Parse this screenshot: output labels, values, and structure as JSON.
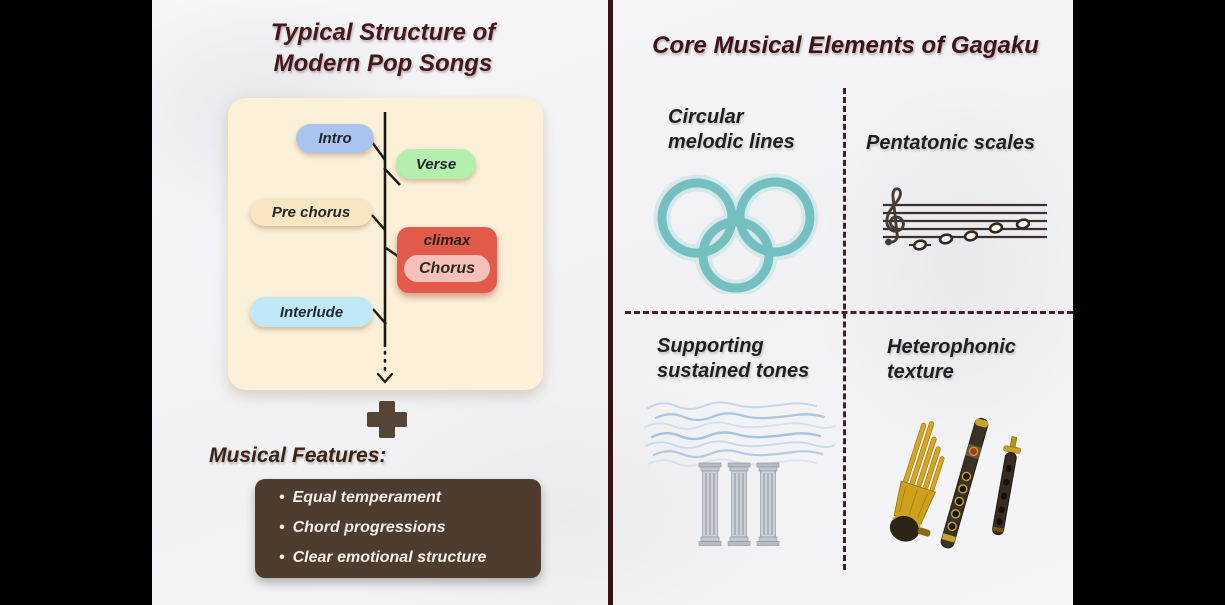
{
  "colors": {
    "side_bars": "#000000",
    "background_marble": "#f4f4f6",
    "divider_maroon": "#3a1116",
    "dashed_maroon": "#4c1d24",
    "title_maroon": "#45181e",
    "flow_panel_cream": "#fcf0d8",
    "pill_intro_blue": "#a9c4ef",
    "pill_verse_green": "#b5efae",
    "pill_prechorus_peach": "#f8e5c2",
    "pill_interlude_cyan": "#bfe9f8",
    "climax_red": "#e25b4a",
    "chorus_pink": "#f4c2ba",
    "features_box_brown": "#4e3d2e",
    "plus_brown": "#554536",
    "rings_teal": "#6fbdbe",
    "waves_blue": "#9cbede",
    "columns_gray": "#c6cad0",
    "instrument_gold": "#d9a61f",
    "instrument_dark": "#3a3128"
  },
  "left_panel": {
    "title": {
      "line1": "Typical Structure of",
      "line2": "Modern Pop Songs"
    },
    "flowchart": {
      "intro": "Intro",
      "verse": "Verse",
      "pre_chorus": "Pre chorus",
      "climax": "climax",
      "chorus": "Chorus",
      "interlude": "Interlude"
    },
    "features": {
      "heading": "Musical Features:",
      "bullet": "•",
      "items": [
        "Equal temperament",
        "Chord progressions",
        "Clear emotional structure"
      ]
    }
  },
  "right_panel": {
    "title": "Core Musical Elements of Gagaku",
    "quadrants": {
      "circular": {
        "line1": "Circular",
        "line2": "melodic lines"
      },
      "pentatonic": {
        "line1": "Pentatonic scales"
      },
      "sustained": {
        "line1": "Supporting",
        "line2": "sustained tones"
      },
      "heterophonic": {
        "line1": "Heterophonic",
        "line2": "texture"
      }
    }
  }
}
